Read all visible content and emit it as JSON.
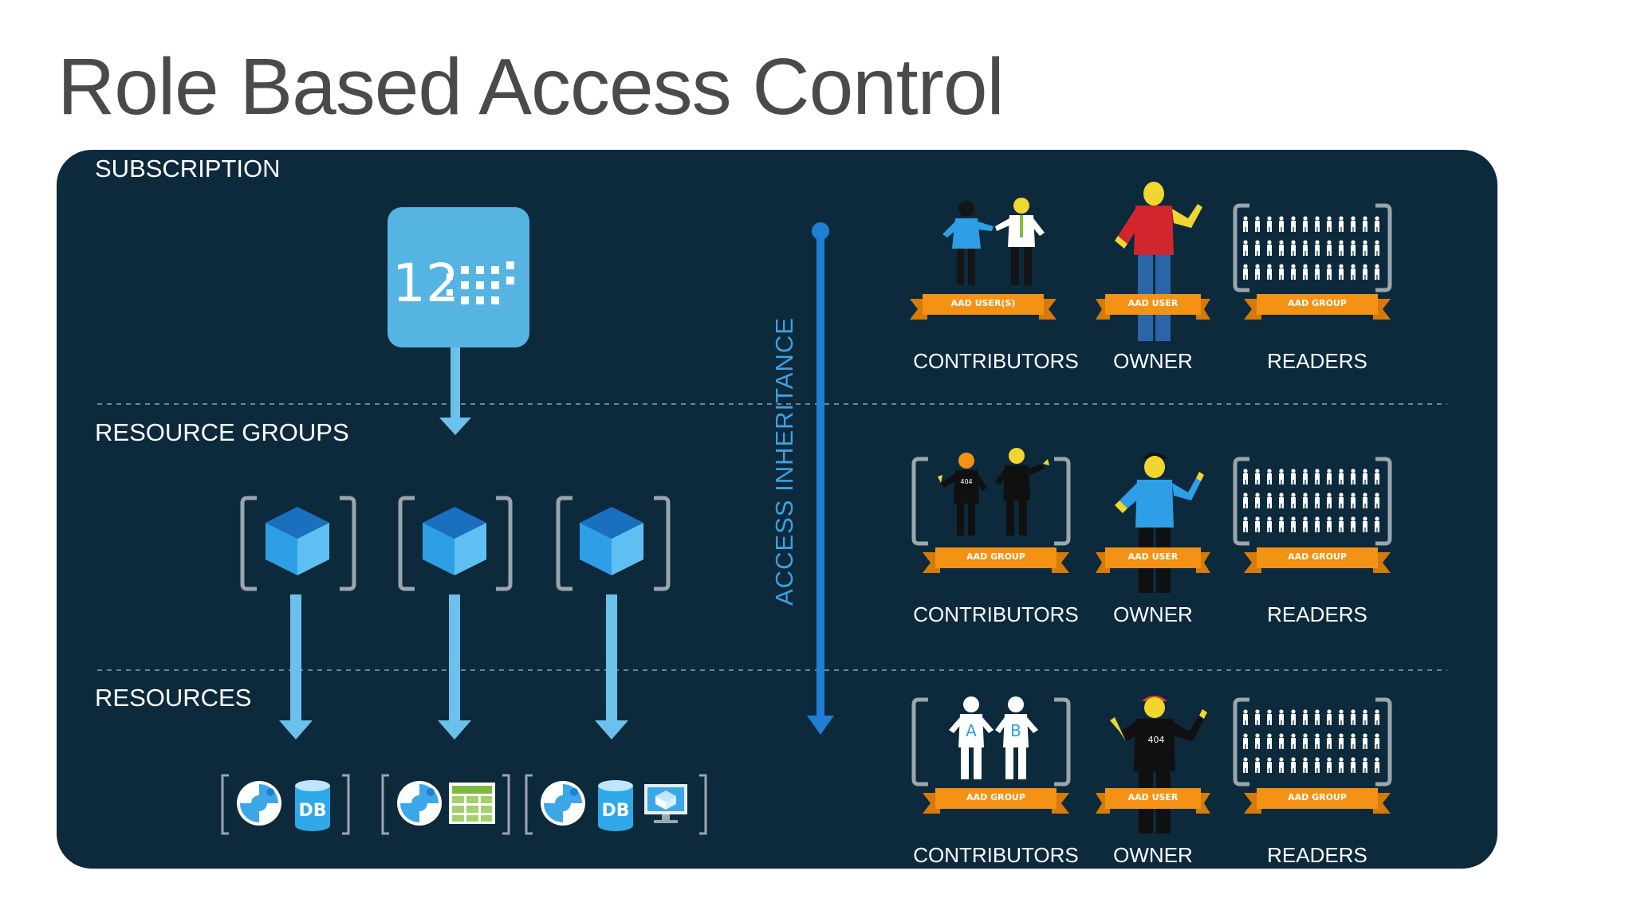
{
  "title": "Role Based Access Control",
  "sections": {
    "subscription": "SUBSCRIPTION",
    "resource_groups": "RESOURCE GROUPS",
    "resources": "RESOURCES"
  },
  "subscription_icon": {
    "text": "12"
  },
  "inheritance_label": "ACCESS INHERITANCE",
  "resource_icons": {
    "db_text": "DB"
  },
  "roles": [
    {
      "row": "subscription",
      "contributors": {
        "label": "CONTRIBUTORS",
        "ribbon": "AAD USER(S)"
      },
      "owner": {
        "label": "OWNER",
        "ribbon": "AAD USER"
      },
      "readers": {
        "label": "READERS",
        "ribbon": "AAD GROUP"
      }
    },
    {
      "row": "resource_groups",
      "contributors": {
        "label": "CONTRIBUTORS",
        "ribbon": "AAD GROUP",
        "badge": "404"
      },
      "owner": {
        "label": "OWNER",
        "ribbon": "AAD USER"
      },
      "readers": {
        "label": "READERS",
        "ribbon": "AAD GROUP"
      }
    },
    {
      "row": "resources",
      "contributors": {
        "label": "CONTRIBUTORS",
        "ribbon": "AAD GROUP",
        "badge_a": "A",
        "badge_b": "B"
      },
      "owner": {
        "label": "OWNER",
        "ribbon": "AAD USER",
        "badge": "404"
      },
      "readers": {
        "label": "READERS",
        "ribbon": "AAD GROUP"
      }
    }
  ],
  "colors": {
    "panel": "#0c2a3c",
    "ribbon": "#f39214",
    "arrow_light": "#6cc0ec",
    "arrow_blue": "#1f7fd4",
    "cube": "#2e9fe6"
  }
}
